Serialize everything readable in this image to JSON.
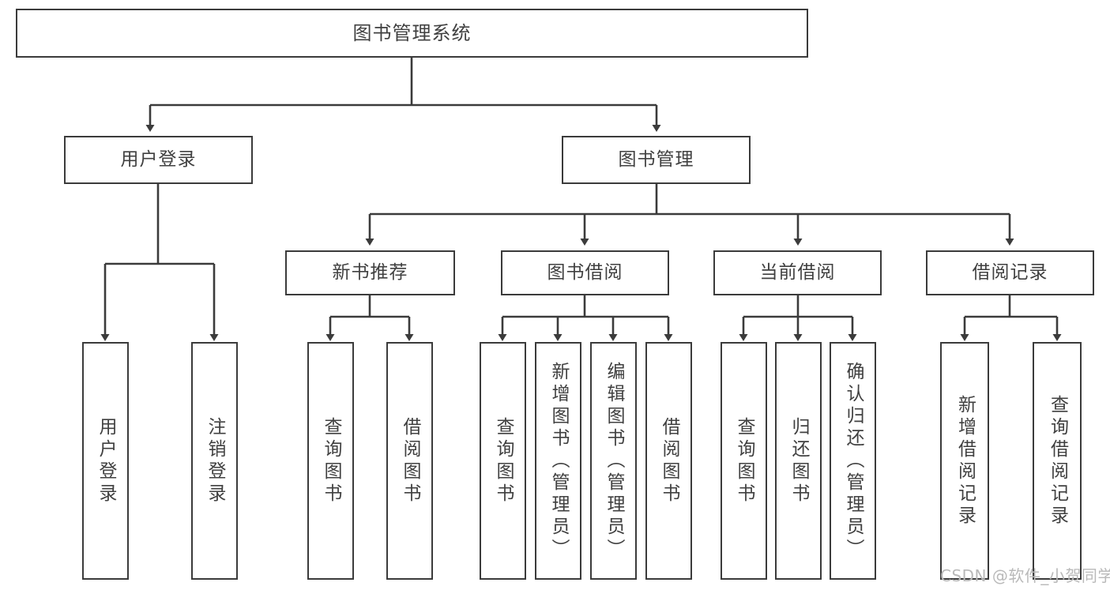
{
  "diagram": {
    "title": "图书管理系统",
    "type": "tree-hierarchy-diagram",
    "background_color": "#ffffff",
    "box_border_color": "#3b3b3b",
    "text_color": "#404040",
    "connector_color": "#3b3b3b"
  },
  "nodes": {
    "root": {
      "label": "图书管理系统"
    },
    "level1": [
      {
        "label": "用户登录"
      },
      {
        "label": "图书管理"
      }
    ],
    "level2": [
      {
        "label": "新书推荐"
      },
      {
        "label": "图书借阅"
      },
      {
        "label": "当前借阅"
      },
      {
        "label": "借阅记录"
      }
    ],
    "leaves_user_login": [
      {
        "label": "用户登录"
      },
      {
        "label": "注销登录"
      }
    ],
    "leaves_new_book": [
      {
        "label": "查询图书"
      },
      {
        "label": "借阅图书"
      }
    ],
    "leaves_borrow": [
      {
        "label": "查询图书"
      },
      {
        "label": "新增图书（管理员）"
      },
      {
        "label": "编辑图书（管理员）"
      },
      {
        "label": "借阅图书"
      }
    ],
    "leaves_current": [
      {
        "label": "查询图书"
      },
      {
        "label": "归还图书"
      },
      {
        "label": "确认归还（管理员）"
      }
    ],
    "leaves_records": [
      {
        "label": "新增借阅记录"
      },
      {
        "label": "查询借阅记录"
      }
    ]
  },
  "watermark": {
    "text": "CSDN @软件_小贺同学"
  }
}
